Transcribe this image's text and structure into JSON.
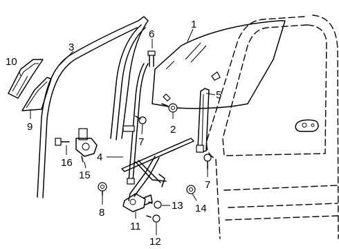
{
  "callouts": [
    {
      "id": "1",
      "label": "1"
    },
    {
      "id": "2",
      "label": "2"
    },
    {
      "id": "3",
      "label": "3"
    },
    {
      "id": "4",
      "label": "4"
    },
    {
      "id": "5",
      "label": "5"
    },
    {
      "id": "6",
      "label": "6"
    },
    {
      "id": "7a",
      "label": "7"
    },
    {
      "id": "7b",
      "label": "7"
    },
    {
      "id": "7c",
      "label": "7"
    },
    {
      "id": "8",
      "label": "8"
    },
    {
      "id": "9",
      "label": "9"
    },
    {
      "id": "10",
      "label": "10"
    },
    {
      "id": "11",
      "label": "11"
    },
    {
      "id": "12",
      "label": "12"
    },
    {
      "id": "13",
      "label": "13"
    },
    {
      "id": "14",
      "label": "14"
    },
    {
      "id": "15",
      "label": "15"
    },
    {
      "id": "16",
      "label": "16"
    }
  ]
}
